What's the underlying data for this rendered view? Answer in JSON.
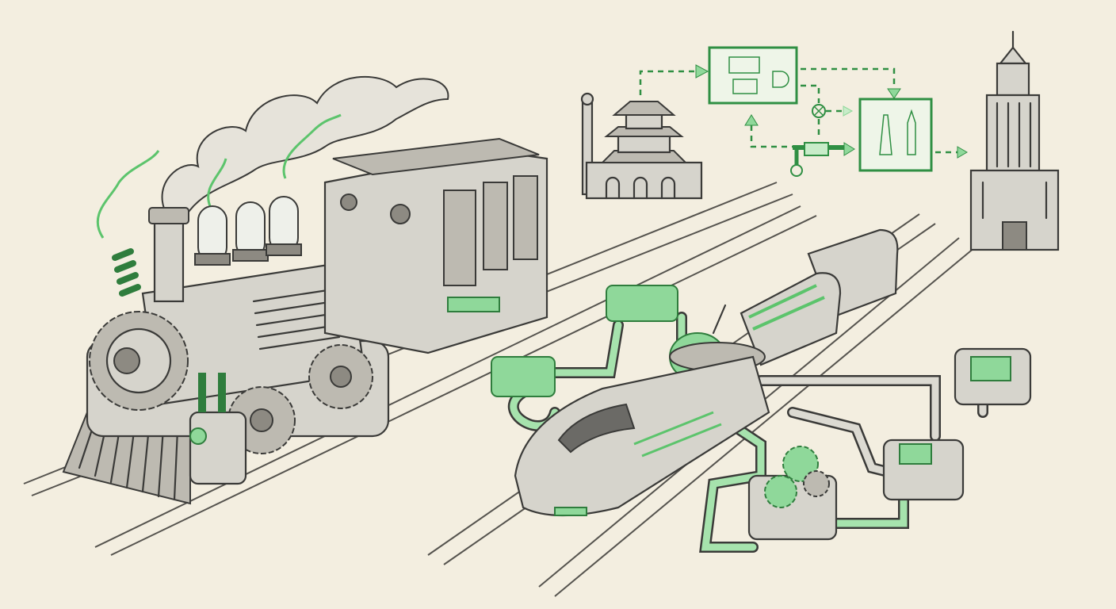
{
  "palette": {
    "paper": "#f3eee0",
    "ink": "#3a3a38",
    "metal": "#d6d4cc",
    "accent_green": "#8fd89a",
    "dark_green": "#2f8f43"
  },
  "scene": {
    "subjects": [
      "steam-locomotive",
      "bullet-train",
      "pagoda",
      "skyscraper",
      "blueprint-flow",
      "pipe-network"
    ]
  }
}
